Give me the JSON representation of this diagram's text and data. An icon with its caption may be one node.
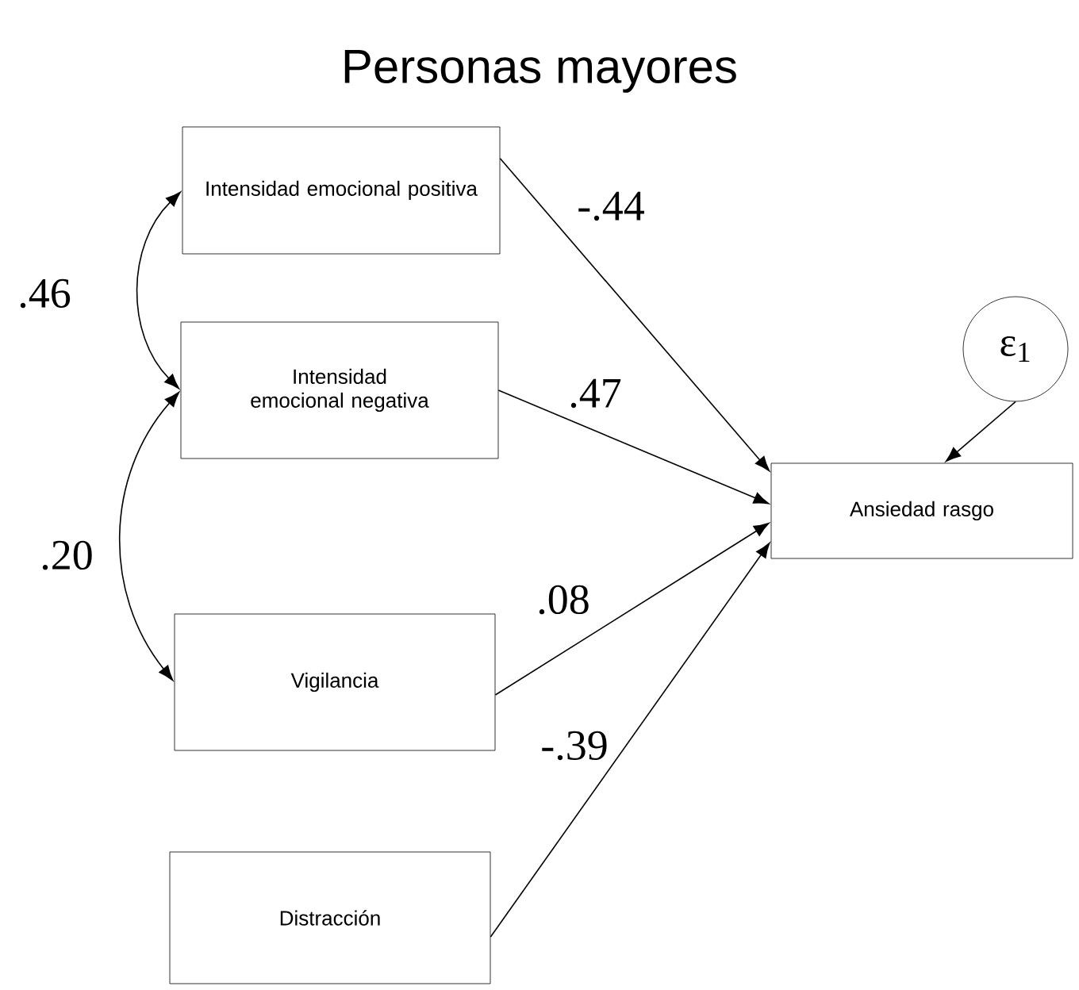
{
  "diagram": {
    "title": "Personas mayores",
    "nodes": [
      {
        "text": [
          "Intensidad emocional positiva"
        ]
      },
      {
        "text": [
          "Intensidad emocional negativa"
        ]
      },
      {
        "text": [
          "Vigilancia"
        ]
      },
      {
        "text": [
          "Distracción"
        ]
      },
      {
        "text": [
          "Ansiedad rasgo"
        ]
      },
      {
        "text": [
          "ε$_{1}$"
        ]
      }
    ],
    "edges": [
      {
        "from": 0,
        "to": 1,
        "arrow": "both",
        "label": ".46"
      },
      {
        "from": 1,
        "to": 2,
        "arrow": "both",
        "label": ".20"
      },
      {
        "from": 0,
        "to": 4,
        "arrow": "to",
        "label": "-.44"
      },
      {
        "from": 1,
        "to": 4,
        "arrow": "to",
        "label": ".47"
      },
      {
        "from": 2,
        "to": 4,
        "arrow": "to",
        "label": ".08"
      },
      {
        "from": 3,
        "to": 4,
        "arrow": "to",
        "label": "-.39"
      },
      {
        "from": 5,
        "to": 4,
        "arrow": "to"
      }
    ]
  }
}
